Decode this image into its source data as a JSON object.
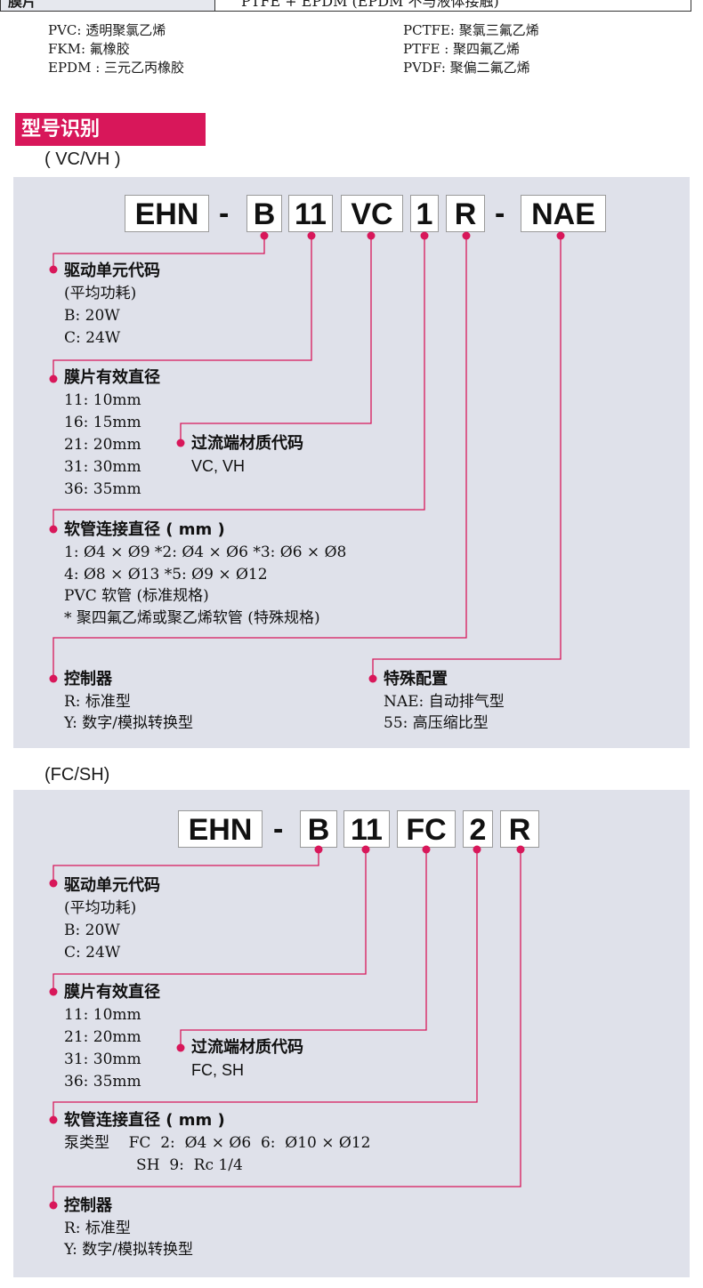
{
  "top_table": {
    "label": "膜片",
    "value": "PTFE + EPDM (EPDM 不与液体接触)"
  },
  "abbreviations": {
    "left": [
      "PVC: 透明聚氯乙烯",
      "FKM: 氟橡胶",
      "EPDM : 三元乙丙橡胶"
    ],
    "right": [
      "PCTFE: 聚氯三氟乙烯",
      "PTFE : 聚四氟乙烯",
      "PVDF: 聚偏二氟乙烯"
    ]
  },
  "section_title": "型号识别",
  "vcvh": {
    "subtitle": "( VC/VH )",
    "codes": [
      "EHN",
      "-",
      "B",
      "11",
      "VC",
      "1",
      "R",
      "-",
      "NAE"
    ],
    "drive": {
      "head": "驱动单元代码",
      "lines": [
        "(平均功耗)",
        "B:  20W",
        "C:  24W"
      ]
    },
    "diaphragm": {
      "head": "膜片有效直径",
      "lines": [
        "11:  10mm",
        "16:  15mm",
        "21:  20mm",
        "31:  30mm",
        "36:  35mm"
      ]
    },
    "wetted": {
      "head": "过流端材质代码",
      "value": "VC, VH"
    },
    "tube": {
      "head": "软管连接直径 ( mm )",
      "lines": [
        "1:  Ø4 × Ø9    *2:  Ø4 × Ø6    *3:  Ø6 × Ø8",
        "4:  Ø8 × Ø13   *5:  Ø9 × Ø12",
        "PVC 软管 (标准规格)",
        "* 聚四氟乙烯或聚乙烯软管 (特殊规格)"
      ]
    },
    "controller": {
      "head": "控制器",
      "lines": [
        "R:  标准型",
        "Y:  数字/模拟转换型"
      ]
    },
    "special": {
      "head": "特殊配置",
      "lines": [
        "NAE:  自动排气型",
        "55:  高压缩比型"
      ]
    }
  },
  "fcsh": {
    "subtitle": "(FC/SH)",
    "codes": [
      "EHN",
      "-",
      "B",
      "11",
      "FC",
      "2",
      "R"
    ],
    "drive": {
      "head": "驱动单元代码",
      "lines": [
        "(平均功耗)",
        "B:  20W",
        "C:  24W"
      ]
    },
    "diaphragm": {
      "head": "膜片有效直径",
      "lines": [
        "11:  10mm",
        "21:  20mm",
        "31:  30mm",
        "36:  35mm"
      ]
    },
    "wetted": {
      "head": "过流端材质代码",
      "value": "FC, SH"
    },
    "tube": {
      "head": "软管连接直径 ( mm )",
      "lines": [
        "泵类型    FC  2:  Ø4 × Ø6  6:  Ø10 × Ø12",
        "               SH  9:  Rc 1/4"
      ]
    },
    "controller": {
      "head": "控制器",
      "lines": [
        "R:  标准型",
        "Y:  数字/模拟转换型"
      ]
    }
  },
  "colors": {
    "accent": "#d8175a",
    "panel": "#dfe1ea"
  }
}
